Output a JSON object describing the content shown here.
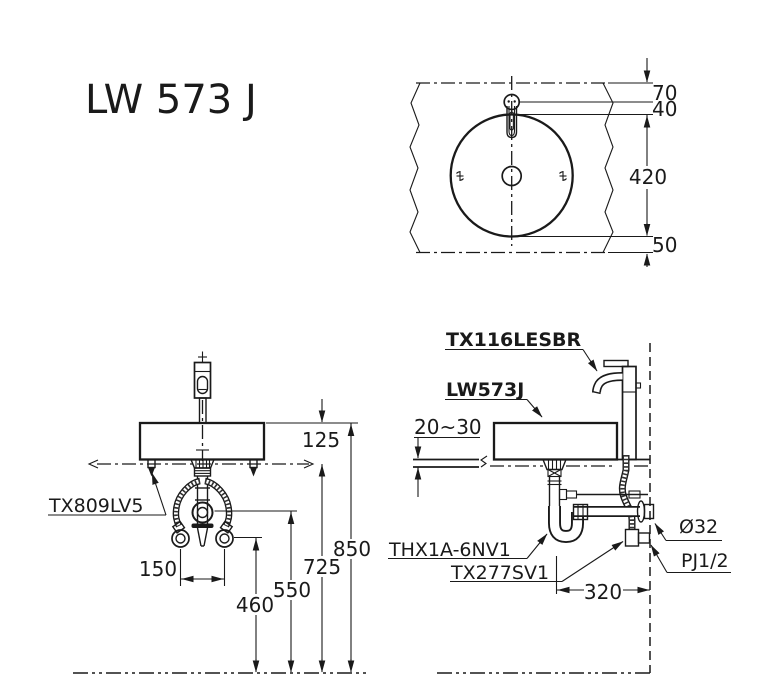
{
  "title": "LW 573 J",
  "top_view": {
    "dim_70": "70",
    "dim_40": "40",
    "dim_420": "420",
    "dim_50": "50"
  },
  "front_view": {
    "drain_fitting_label": "TX809LV5",
    "dim_125": "125",
    "dim_850": "850",
    "dim_725": "725",
    "dim_550": "550",
    "dim_460": "460",
    "dim_150": "150"
  },
  "side_view": {
    "faucet_label": "TX116LESBR",
    "basin_label": "LW573J",
    "counter_thickness": "20~30",
    "trap_label": "THX1A-6NV1",
    "stop_valve_label": "TX277SV1",
    "drain_diameter": "Ø32",
    "supply_thread": "PJ1/2",
    "dim_320": "320"
  },
  "colors": {
    "line": "#1a1a1a",
    "background": "#ffffff"
  }
}
